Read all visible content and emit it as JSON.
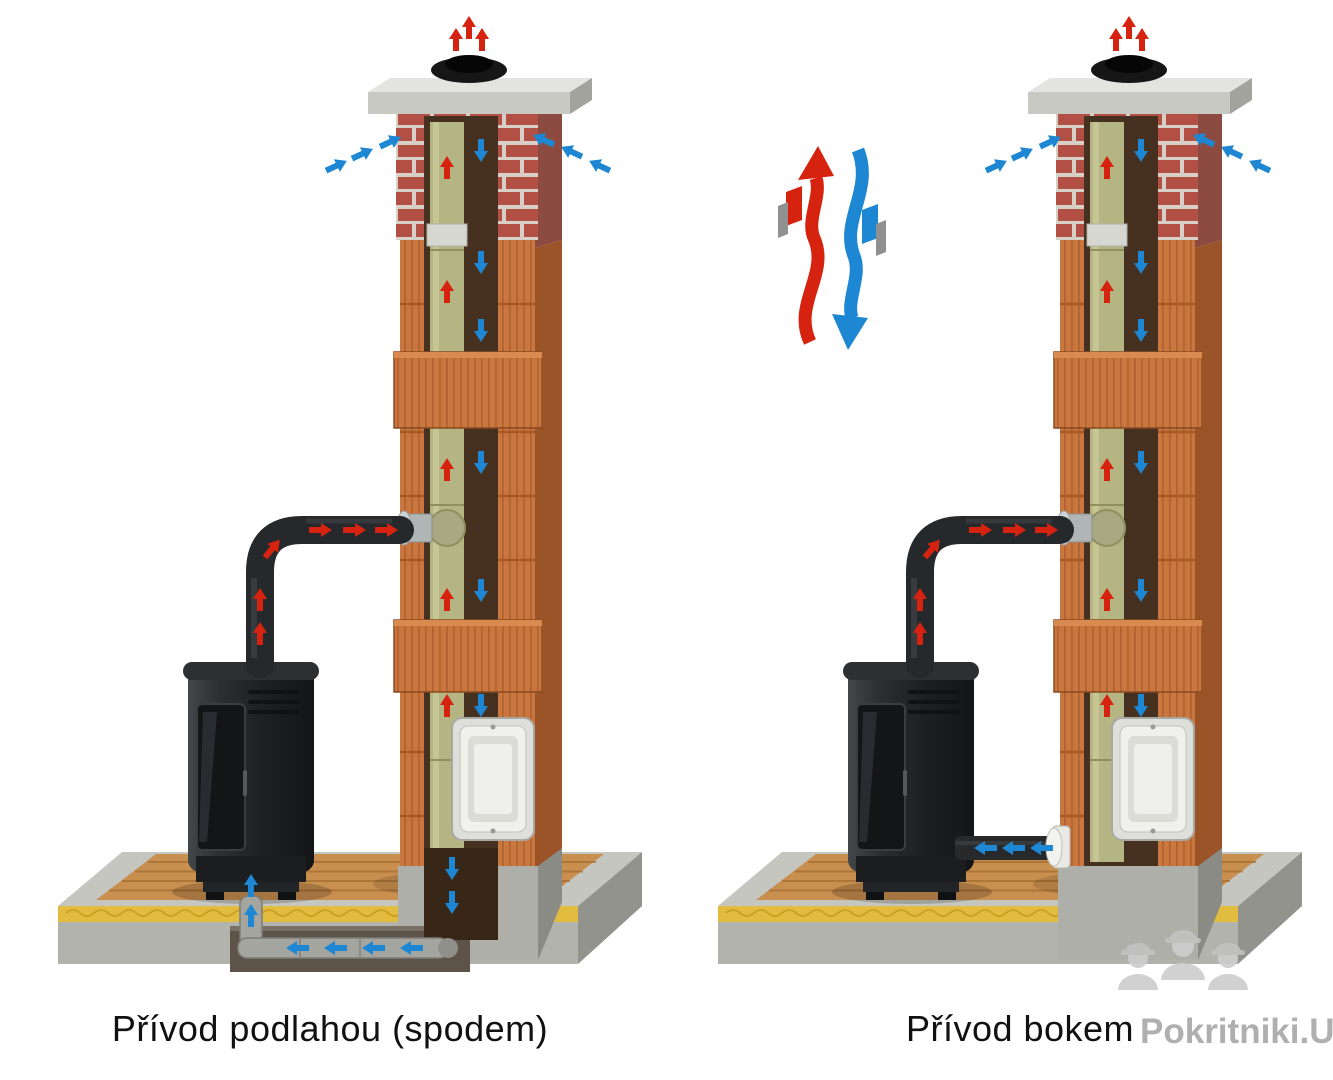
{
  "diagrams": {
    "left": {
      "caption": "Přívod podlahou (spodem)",
      "meaning": "air-supply-through-floor"
    },
    "right": {
      "caption": "Přívod bokem",
      "meaning": "air-supply-from-side"
    }
  },
  "legend": {
    "hot_flow_color": "#d62310",
    "cold_flow_color": "#1e87d4",
    "hot_flow": "flue-gas-up-arrow",
    "cold_flow": "fresh-air-down-arrow"
  },
  "watermark": {
    "text": "Pokritniki.UA",
    "icon": "construction-workers-helmet-icons"
  },
  "colors": {
    "chimney_block": "#c9763f",
    "chimney_block_side": "#9b5427",
    "brick": "#b25046",
    "mortar": "#d8cfc7",
    "concrete": "#b3b3ad",
    "inner_flue_pipe": "#b5b583",
    "stove_body": "#1d1f21",
    "wood_floor": "#c98f4f",
    "insulation": "#e2bc3e",
    "duct_metal": "#a5a5a0"
  }
}
